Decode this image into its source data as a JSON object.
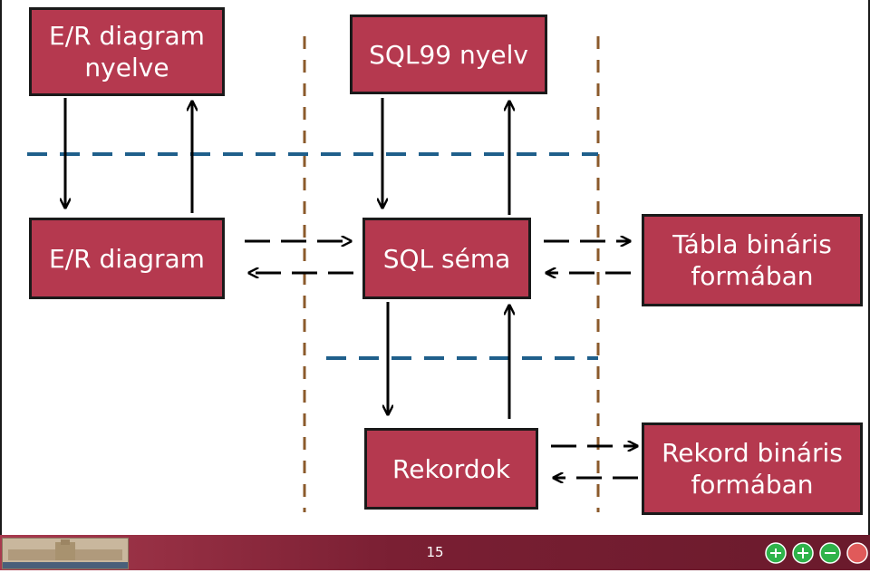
{
  "boxes": {
    "er_lang": [
      "E/R diagram",
      "nyelve"
    ],
    "sql99": "SQL99 nyelv",
    "er_diagram": "E/R diagram",
    "sql_schema": "SQL séma",
    "table_bin": [
      "Tábla bináris",
      "formában"
    ],
    "records": "Rekordok",
    "record_bin": [
      "Rekord bináris",
      "formában"
    ]
  },
  "colors": {
    "box_fill": "#b5394f",
    "level_line": "#1f5f8b",
    "separator_line": "#8b5a2b",
    "footer": "#7a1f33"
  },
  "footer": {
    "page_number": "15",
    "right_logo_icons": [
      "f-circle-icon",
      "t-circle-icon",
      "s-circle-icon",
      "r-circle-icon"
    ]
  }
}
